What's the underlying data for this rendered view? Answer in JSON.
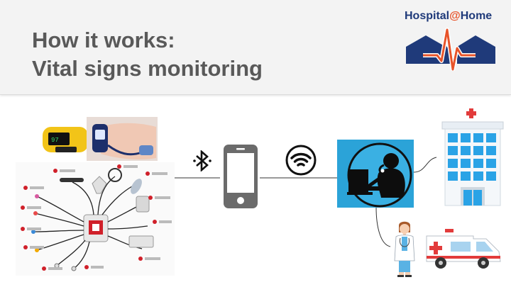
{
  "header": {
    "title_line1": "How it works:",
    "title_line2": "Vital signs monitoring"
  },
  "brand": {
    "name_prefix": "Hospital",
    "name_at": "@",
    "name_suffix": "Home",
    "color_primary": "#1f3a7a",
    "color_accent": "#e8542a"
  },
  "colors": {
    "header_bg": "#f3f3f3",
    "title": "#595959",
    "operator_bg": "#2ba3d8",
    "line": "#333333"
  },
  "icons": {
    "bluetooth": "bluetooth-icon",
    "smartphone": "smartphone-icon",
    "wifi": "wifi-icon",
    "operator": "call-center-operator-icon",
    "hospital": "hospital-building-icon",
    "doctor": "doctor-icon",
    "ambulance": "ambulance-icon",
    "logo": "hospital-at-home-logo"
  }
}
